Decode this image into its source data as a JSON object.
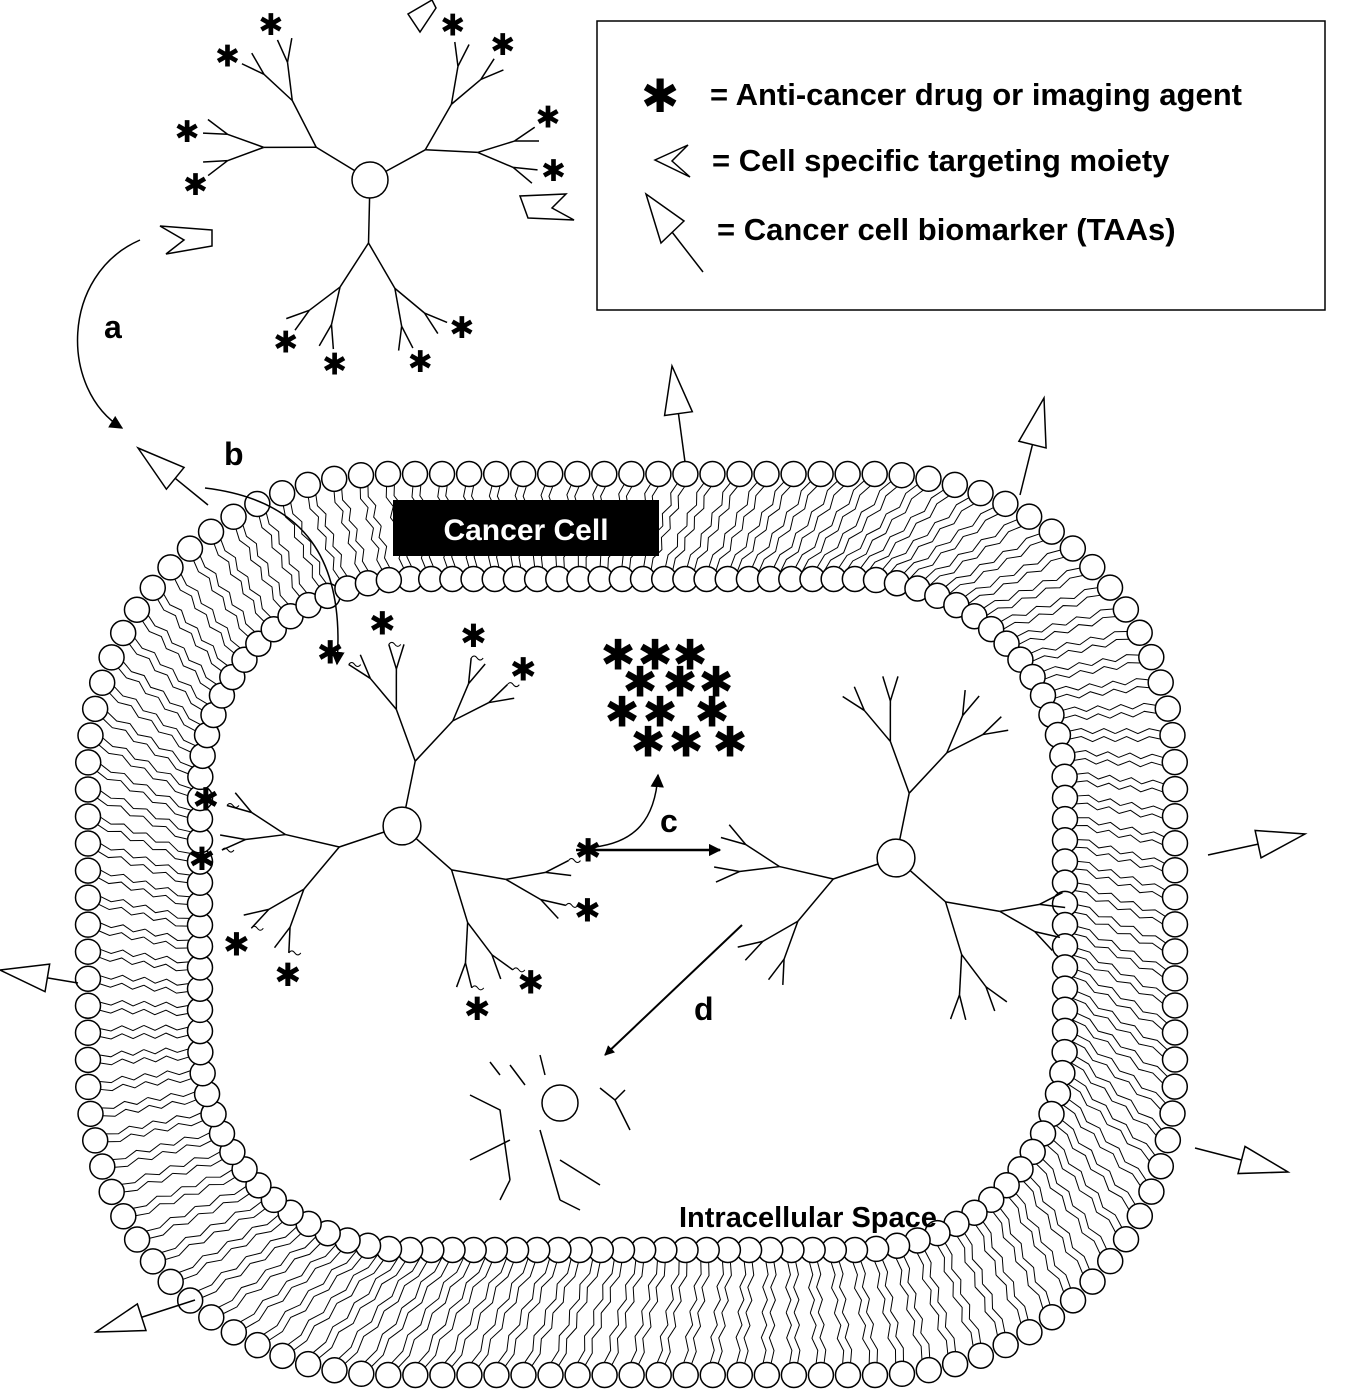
{
  "legend": {
    "drug_symbol": "✱",
    "drug_label": "= Anti-cancer drug or imaging agent",
    "targeting_label": "= Cell specific targeting moiety",
    "biomarker_label": "= Cancer cell biomarker (TAAs)"
  },
  "labels": {
    "step_a": "a",
    "step_b": "b",
    "step_c": "c",
    "step_d": "d",
    "cell_title": "Cancer Cell",
    "intracellular": "Intracellular Space"
  },
  "icons": {
    "drug": "asterisk-icon",
    "targeting": "chevron-targeting-moiety-icon",
    "biomarker": "triangle-arrow-biomarker-icon"
  }
}
